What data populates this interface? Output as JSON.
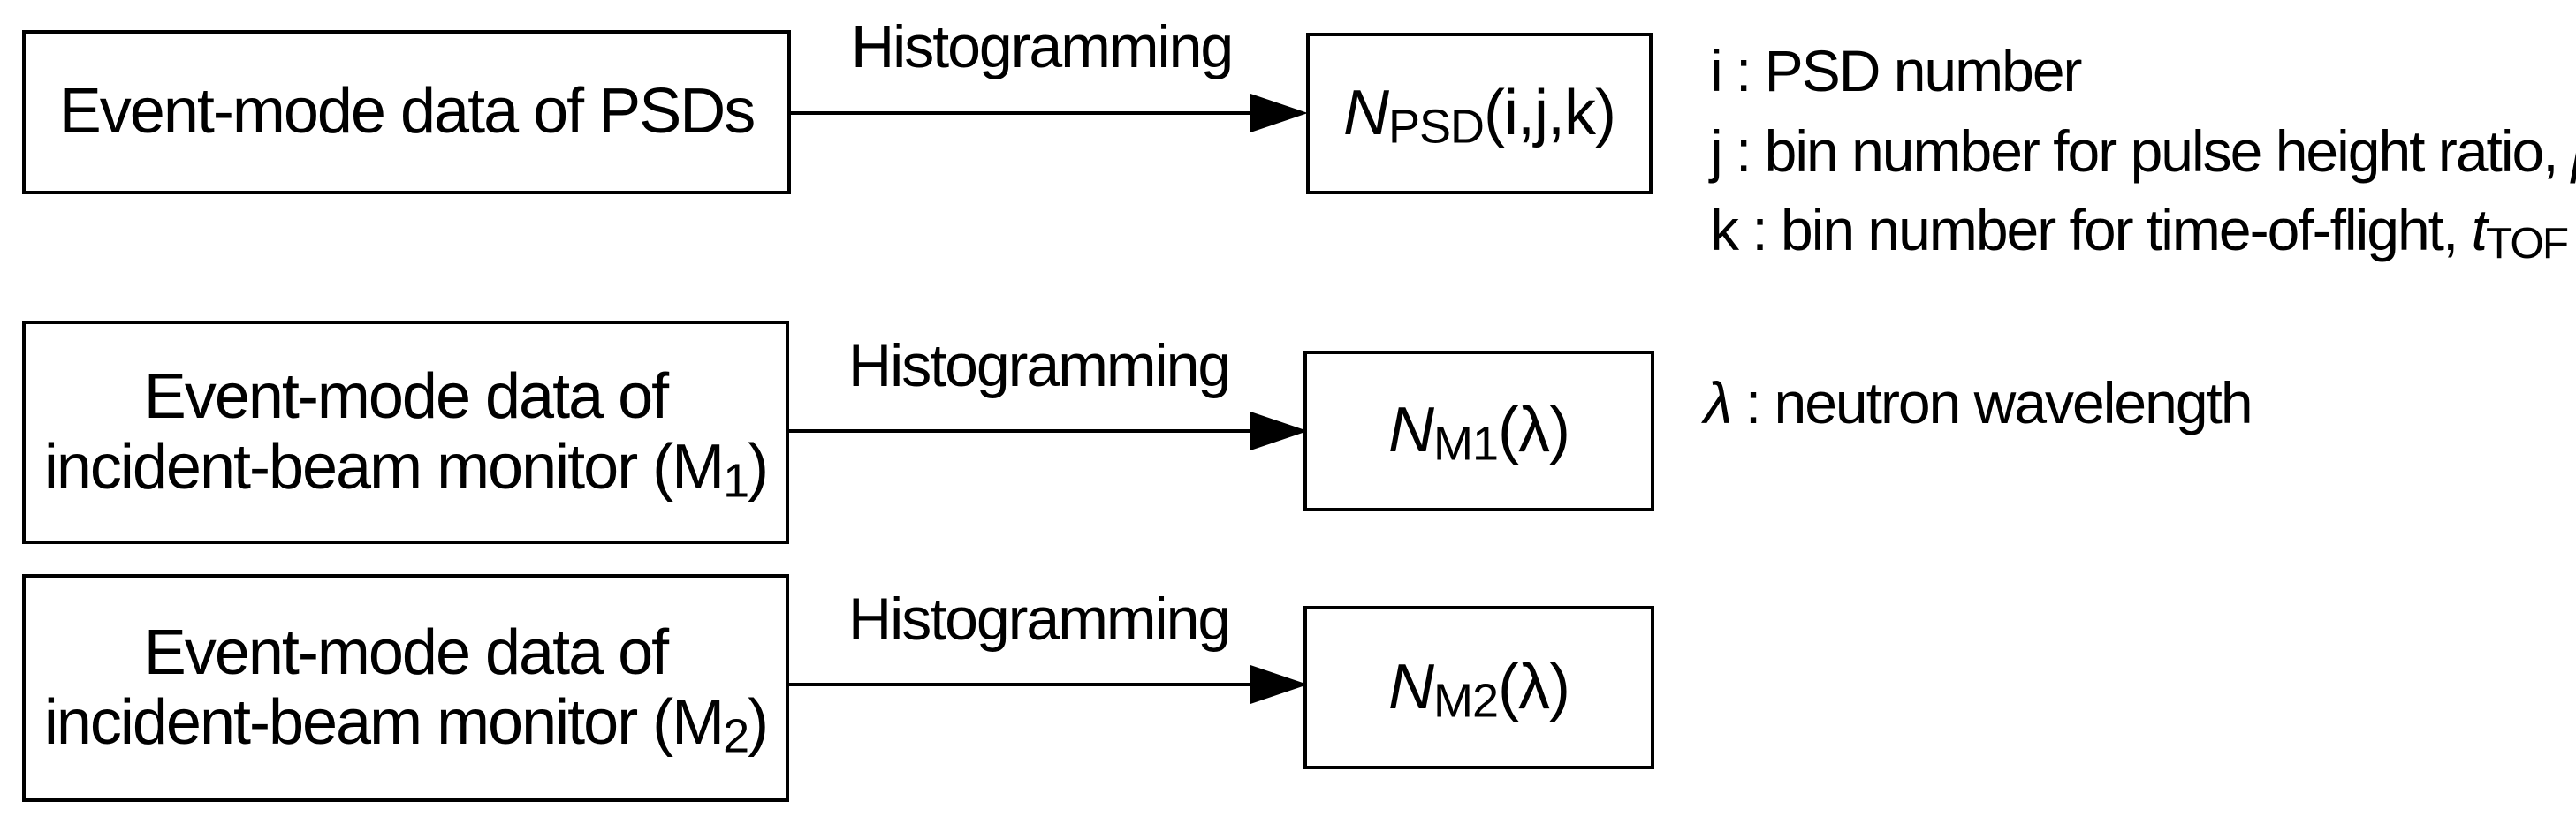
{
  "rows": [
    {
      "source_line1": "Event-mode data of PSDs",
      "source_line2": "",
      "source_sub": "",
      "source_tail": "",
      "arrow_label": "Histogramming",
      "result_symbol": "N",
      "result_subscript": "PSD",
      "result_args": "(i,j,k)"
    },
    {
      "source_line1": "Event-mode data of",
      "source_line2": "incident-beam monitor (M",
      "source_sub": "1",
      "source_tail": ")",
      "arrow_label": "Histogramming",
      "result_symbol": "N",
      "result_subscript": "M1",
      "result_args": "(λ)"
    },
    {
      "source_line1": "Event-mode data of",
      "source_line2": "incident-beam monitor (M",
      "source_sub": "2",
      "source_tail": ")",
      "arrow_label": "Histogramming",
      "result_symbol": "N",
      "result_subscript": "M2",
      "result_args": "(λ)"
    }
  ],
  "legend": {
    "i": {
      "symbol": "i",
      "text": " : PSD number"
    },
    "j": {
      "symbol": "j",
      "text": " : bin number for pulse height ratio, ",
      "var": "β"
    },
    "k": {
      "symbol": "k",
      "text": " : bin number for time-of-flight, ",
      "var": "t",
      "var_sub": "TOF"
    },
    "lambda": {
      "symbol": "λ",
      "text": " : neutron wavelength"
    }
  }
}
